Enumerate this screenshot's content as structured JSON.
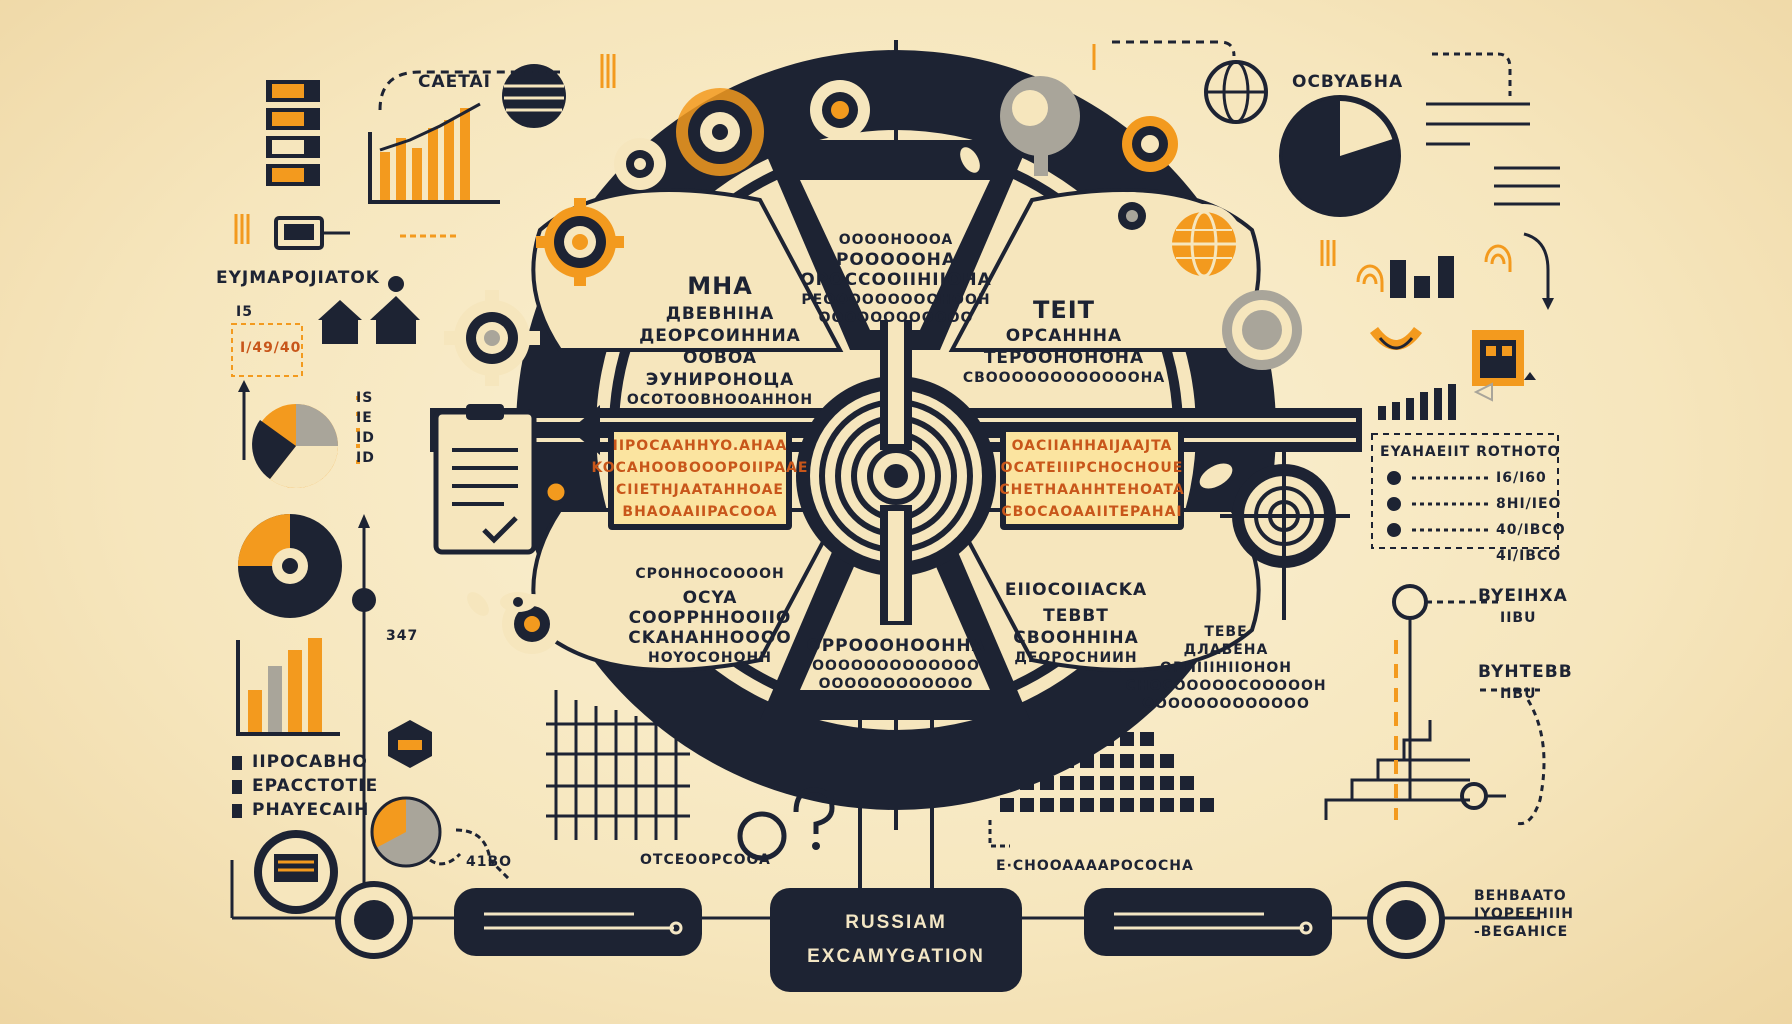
{
  "colors": {
    "navy": "#1d2333",
    "orange": "#f39a1e",
    "cream": "#f7ebc8",
    "paper": "#f6e6bd",
    "grey": "#a9a59a"
  },
  "top_left": {
    "caption": "CAETAI",
    "heading": "EYJMAPOJIATOK",
    "code": "I/49/40"
  },
  "top_right": {
    "caption": "OCBYAБHA"
  },
  "quadrant_top_left": [
    "MHA",
    "ДBEBHIHA",
    "ДЕОРСОИННИА",
    "OOBOA",
    "ЭУНИРОНОЦА",
    "OCOTOOBHOOAHHOH"
  ],
  "quadrant_top_center": [
    "OOOOHOOOA",
    "POOOOOHA",
    "OPOCCOOIIHIIOHA",
    "PEOOOOOOOOOHOOH",
    "OOOOOOOOOOOO"
  ],
  "quadrant_top_right": [
    "TEIT",
    "OPCAHHHA",
    "TEPOOHOHOHA",
    "CBOOOOOOOOOOOOHA"
  ],
  "banner_left": [
    "IIPOCAAHHYO.AHAA",
    "KOCAHOOBOOOPOIIPAAE",
    "CIIETHJAATAHHOAE",
    "BHAOAAIIPACOOA"
  ],
  "banner_right": [
    "OACIIAHHAIJAAJTA",
    "OCATEIIIPCHOCHOUE",
    "CHETHAAHHTEHOATA",
    "CBOCAOAAIITEPAHAI"
  ],
  "quadrant_bottom_left": [
    "CPOHHOCOOOOH",
    "OCYA",
    "COOPPHHOOIIO",
    "CKAHAHHOOOO",
    "HOYOCOHOHH"
  ],
  "quadrant_bottom_center": [
    "OPPOOOHOOHHA",
    "OOOOOOOOOOOOO",
    "OOOOOOOOOOOO"
  ],
  "quadrant_bottom_right": [
    "EIIOCOIIACKA",
    "TEBBT",
    "CBOOHHIHA",
    "ДЕОРОСНИИН"
  ],
  "left_side": {
    "small_values": [
      "I5",
      "IS",
      "IE",
      "ID",
      "ID"
    ],
    "number": "347",
    "list": [
      "IIPOCABHO",
      "EPACCTOTIE",
      "PHAYECAIH"
    ],
    "value_bottom": "41BO"
  },
  "right_side": {
    "title": "EYAHAEIIT ROTHOTO",
    "rows": [
      "I6/I60",
      "8HI/IEO",
      "40/IBCO",
      "4I/IBCO"
    ],
    "label_a": "BYEIHXA",
    "label_a_sub": "IIBU",
    "label_b": "BYHTEBB",
    "label_b_sub": "IIBU",
    "side_text": [
      "TEBE",
      "ДЛАВЕНА",
      "OPHIIIHIIOHOH",
      "CHOCOOOOOCOOOOOH",
      "OOOOOOOOOOOOO"
    ],
    "footer": [
      "BEHBAATO",
      "IYOPEEHIIH",
      "-BEGAHICE"
    ]
  },
  "bottom": {
    "caption_left": "OTCEOOPCOOA",
    "caption_right": "E·CHOOAAAAPOCOCHA",
    "center_button": [
      "RUSSIAM",
      "EXCAMYGATION"
    ]
  }
}
